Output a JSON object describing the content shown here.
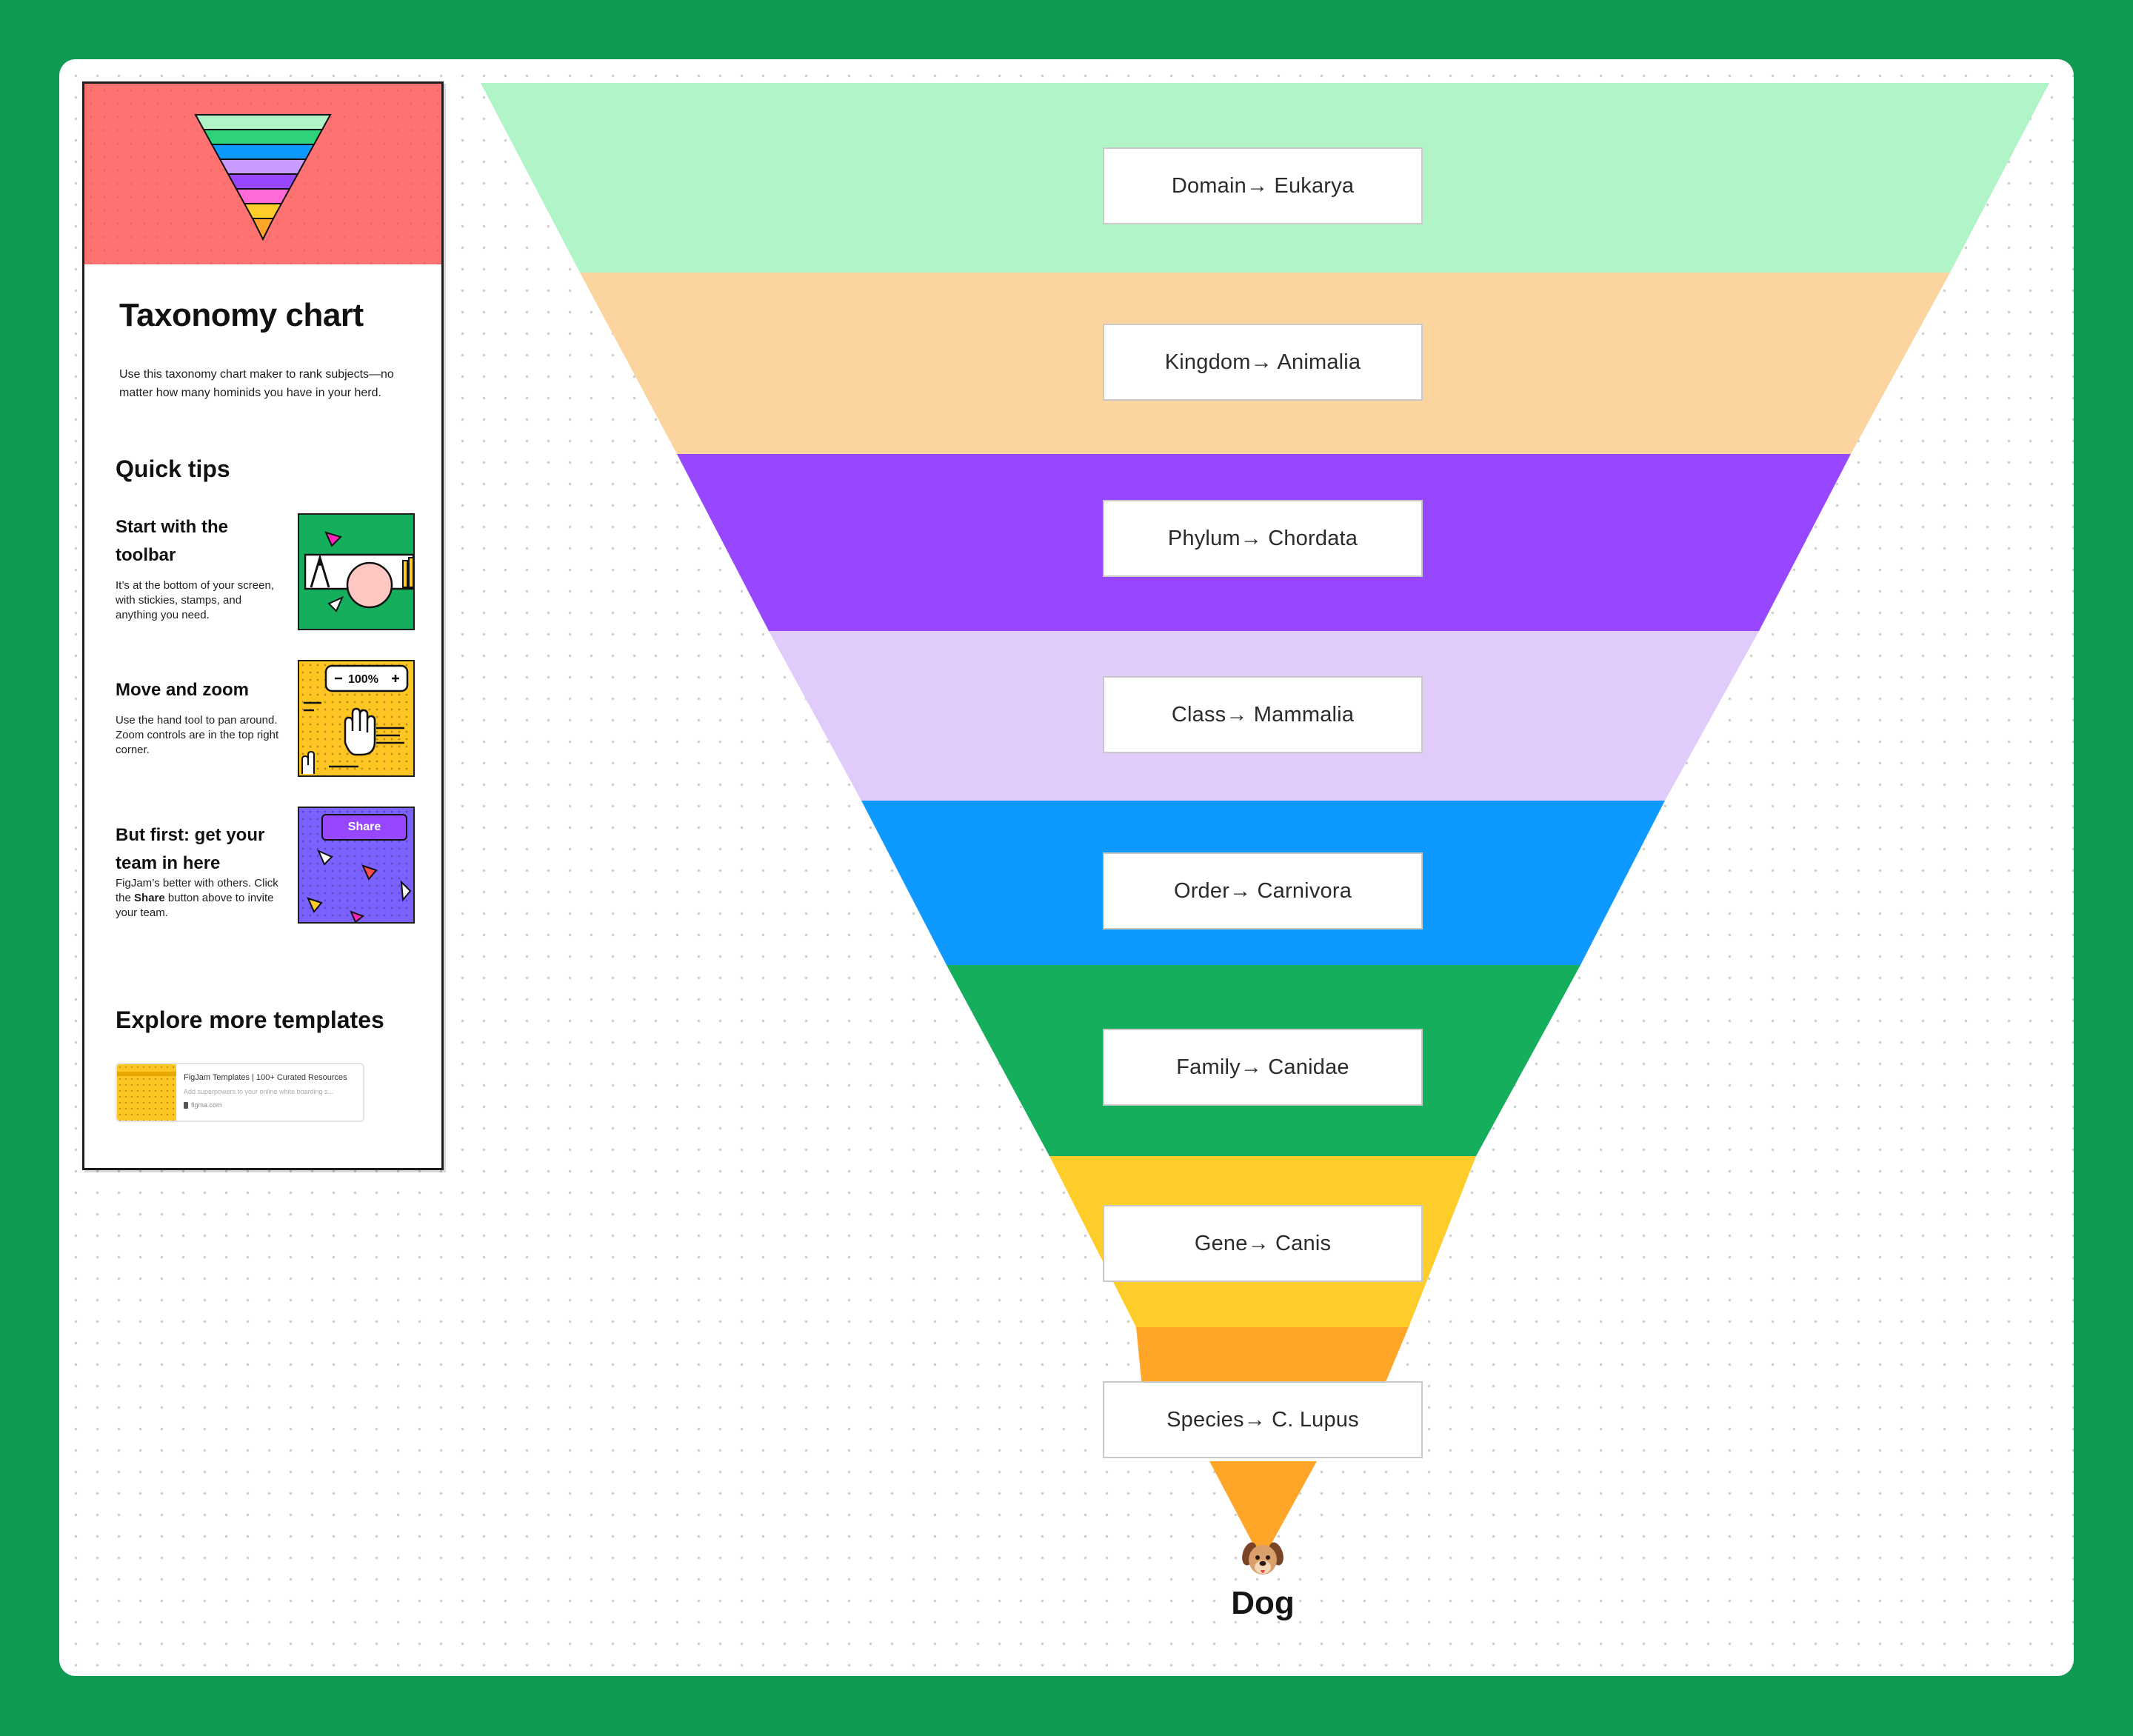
{
  "template": {
    "title": "Taxonomy chart",
    "description": "Use this taxonomy chart maker to rank subjects—no matter how many hominids you have in your herd.",
    "quick_tips_heading": "Quick tips",
    "tips": [
      {
        "title": "Start with the toolbar",
        "body": "It’s at the bottom of your screen, with stickies, stamps, and anything you need."
      },
      {
        "title": "Move and zoom",
        "body": "Use the hand tool to pan around. Zoom controls are in the top right corner.",
        "zoom_label": "100%"
      },
      {
        "title": "But first: get your team in here",
        "body_pre": "FigJam’s better with others. Click the ",
        "body_bold": "Share",
        "body_post": " button above to invite your team.",
        "share_label": "Share"
      }
    ],
    "explore_heading": "Explore more templates",
    "link": {
      "title": "FigJam Templates | 100+ Curated Resources",
      "subtitle": "Add superpowers to your online white boarding s...",
      "domain": "figma.com"
    }
  },
  "funnel": {
    "levels": [
      {
        "label": "Domain→ Eukarya",
        "color": "#b0f4c8"
      },
      {
        "label": "Kingdom→ Animalia",
        "color": "#fbd49f"
      },
      {
        "label": "Phylum→ Chordata",
        "color": "#9747ff"
      },
      {
        "label": "Class→ Mammalia",
        "color": "#e1cbfb"
      },
      {
        "label": "Order→ Carnivora",
        "color": "#0d99ff"
      },
      {
        "label": "Family→ Canidae",
        "color": "#14ae5c"
      },
      {
        "label": "Gene→ Canis",
        "color": "#ffcd29"
      },
      {
        "label": "Species→ C. Lupus",
        "color": "#ffa629"
      }
    ],
    "result_label": "Dog",
    "result_icon": "dog-face-icon"
  }
}
